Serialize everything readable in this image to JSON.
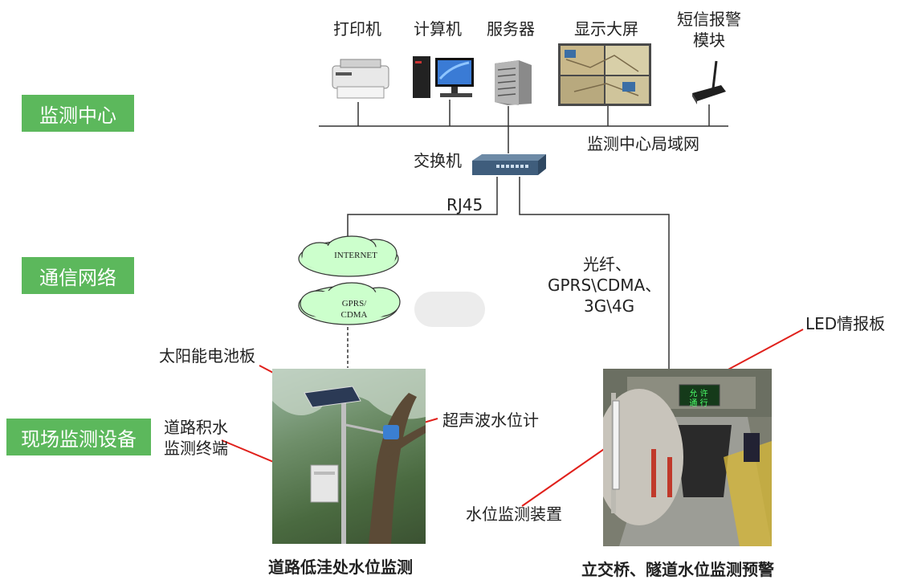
{
  "layers": {
    "center": "监测中心",
    "network": "通信网络",
    "field": "现场监测设备"
  },
  "devices": {
    "printer": "打印机",
    "computer": "计算机",
    "server": "服务器",
    "display": "显示大屏",
    "sms_line1": "短信报警",
    "sms_line2": "模块"
  },
  "network": {
    "lan": "监测中心局域网",
    "switch": "交换机",
    "rj45": "RJ45",
    "internet": "INTERNET",
    "gprs_line1": "GPRS/",
    "gprs_line2": "CDMA",
    "fiber_line1": "光纤、",
    "fiber_line2": "GPRS\\CDMA、",
    "fiber_line3": "3G\\4G"
  },
  "field": {
    "solar_panel": "太阳能电池板",
    "terminal_line1": "道路积水",
    "terminal_line2": "监测终端",
    "ultrasonic": "超声波水位计",
    "led_board": "LED情报板",
    "water_gauge": "水位监测装置",
    "sign_line1": "允 许",
    "sign_line2": "通 行"
  },
  "captions": {
    "left": "道路低洼处水位监测",
    "right": "立交桥、隧道水位监测预警"
  },
  "colors": {
    "layer_label_bg": "#5cb85c",
    "cloud_fill": "#ccffcc",
    "annotation_line": "#e0201b"
  }
}
